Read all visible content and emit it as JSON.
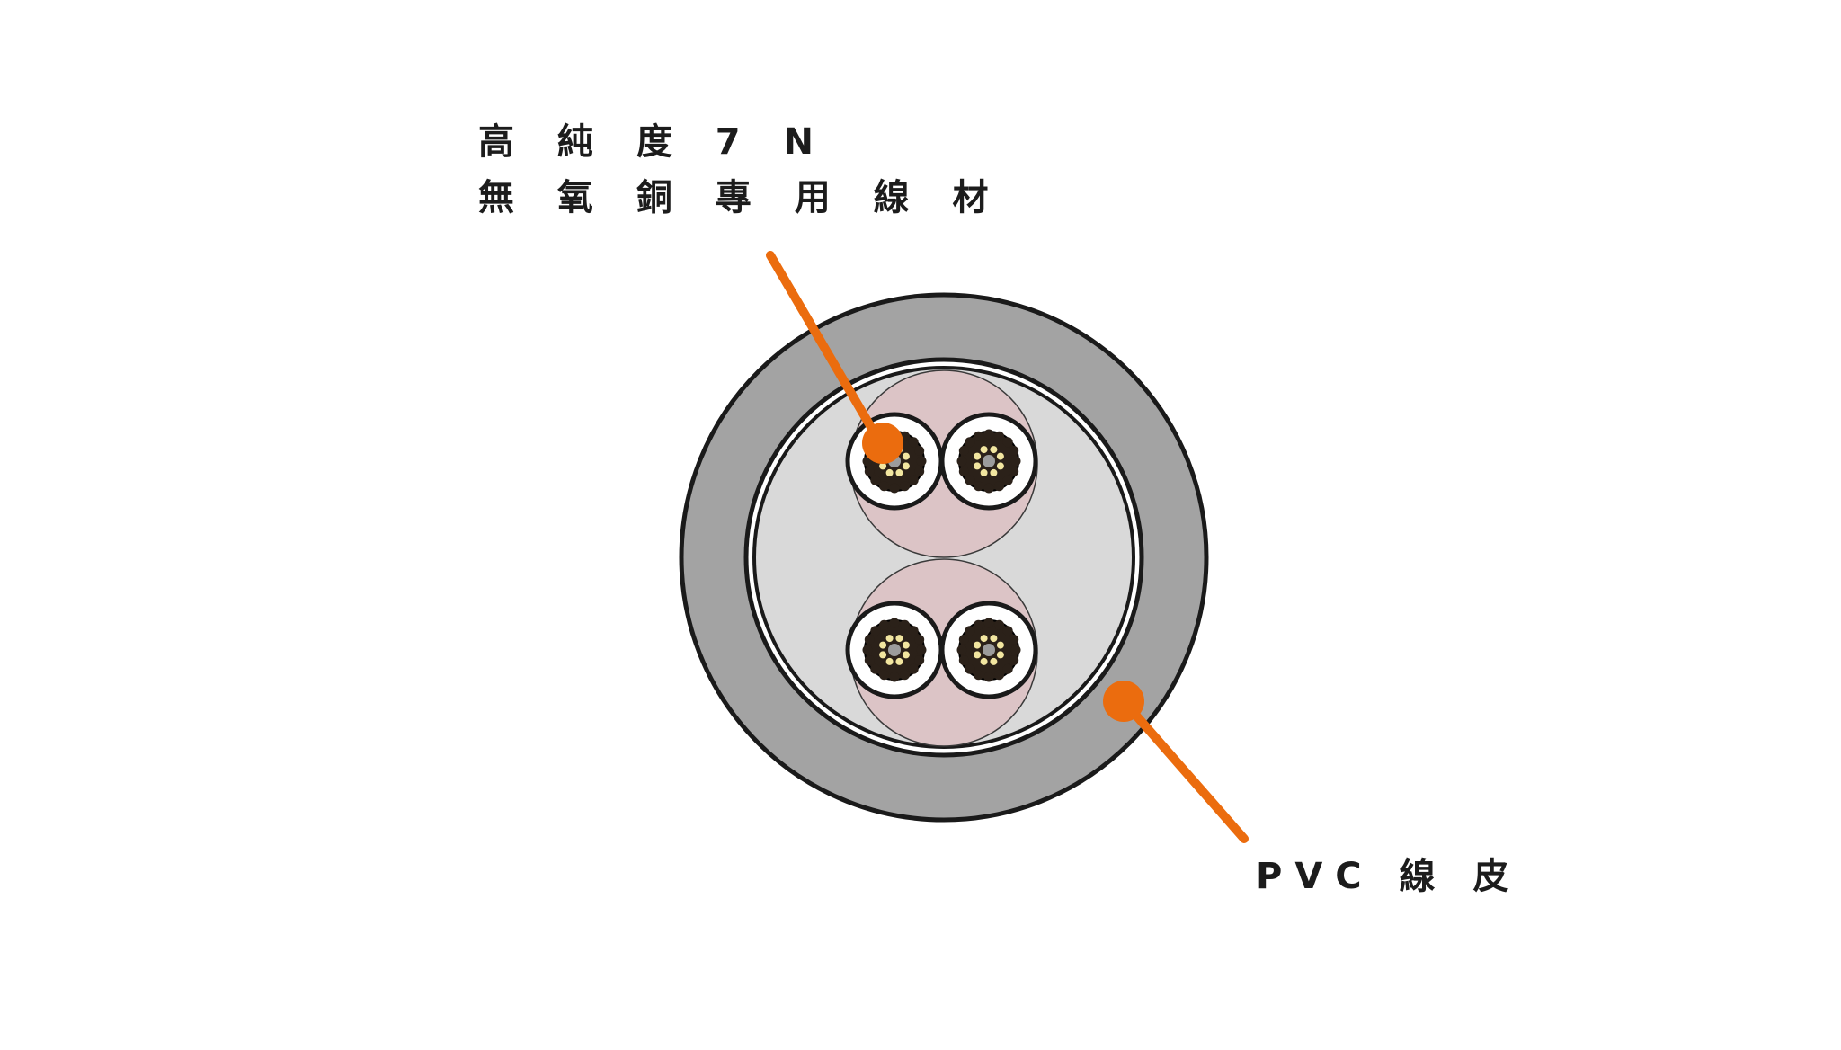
{
  "labels": {
    "conductor": {
      "line1": "高 純 度 7 N",
      "line2": "無 氧 銅 專 用 線 材"
    },
    "jacket": "PVC 線 皮"
  },
  "colors": {
    "background": "#ffffff",
    "outline": "#1a1a1a",
    "jacket": "#a3a3a3",
    "inner_fill": "#d9d9d9",
    "pair_fill": "#dcc4c6",
    "insulation": "#ffffff",
    "strands": "#2b2119",
    "core_dots": "#f2e6a0",
    "core_center": "#9c9c9c",
    "callout": "#eb6c0e",
    "label_text": "#1c1c1c"
  }
}
